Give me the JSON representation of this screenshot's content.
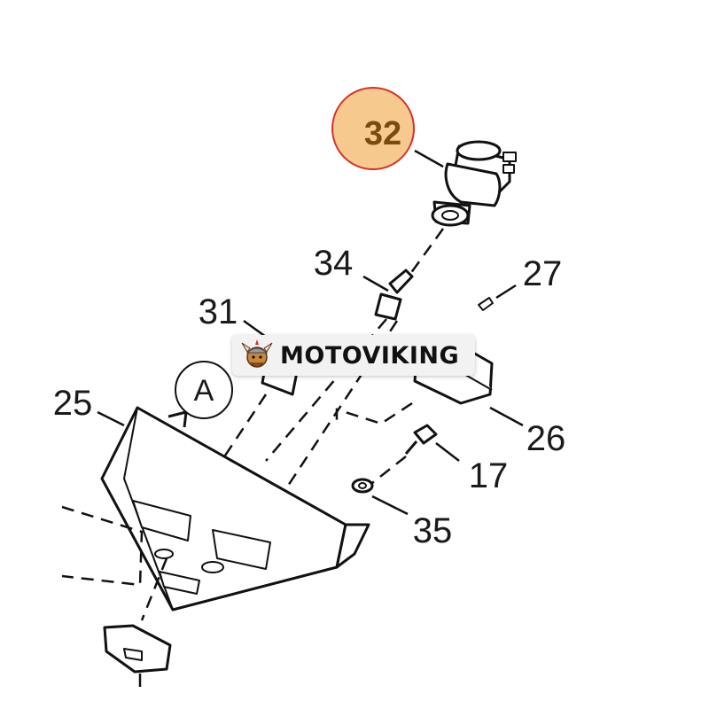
{
  "callouts": {
    "c32": "32",
    "c34": "34",
    "c27": "27",
    "c31": "31",
    "c25": "25",
    "c26": "26",
    "c17": "17",
    "c35": "35"
  },
  "view_label": "A",
  "highlight": {
    "part": "32",
    "fill_color": "#f6c98e",
    "ring_color": "#d93025"
  },
  "watermark": {
    "text": "MOTOVIKING",
    "logo_icon": "viking-head-icon"
  }
}
